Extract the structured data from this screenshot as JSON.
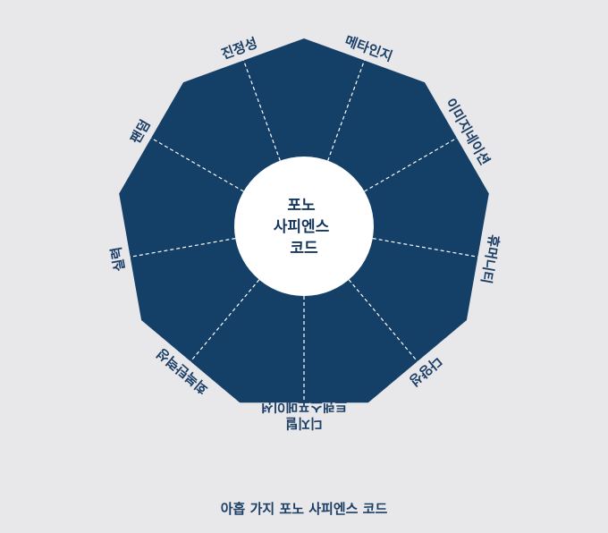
{
  "diagram": {
    "center_lines": [
      "포노",
      "사피엔스",
      "코드"
    ],
    "segments": [
      "메타인지",
      "이미지네이션",
      "휴머니티",
      "다양성",
      "디지털 트랜스포메이션",
      "회복탄력성",
      "실력",
      "팬덤",
      "진정성"
    ],
    "colors": {
      "fill": "#143f66",
      "divider": "#ffffff",
      "center": "#ffffff",
      "text": "#1b3f66",
      "background": "#e8e7ea"
    }
  },
  "caption": "아홉 가지 포노 사피엔스 코드"
}
